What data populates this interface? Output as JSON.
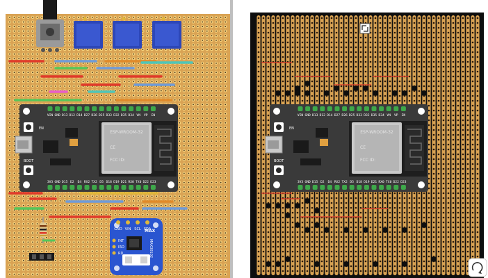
{
  "left_view": {
    "board_top_labels": [
      "VIN",
      "GND",
      "D13",
      "D12",
      "D14",
      "D27",
      "D26",
      "D25",
      "D33",
      "D32",
      "D35",
      "D34",
      "VN",
      "VP",
      "EN"
    ],
    "board_bottom_labels": [
      "3V3",
      "GND",
      "D15",
      "D2",
      "D4",
      "RX2",
      "TX2",
      "D5",
      "D18",
      "D19",
      "D21",
      "RX0",
      "TX0",
      "D22",
      "D23"
    ],
    "button_en": "EN",
    "button_boot": "BOOT",
    "module_text": [
      "ESP-WROOM-32",
      "CE",
      "FCC ID:"
    ],
    "breakout_title": "MAX",
    "breakout_pins": [
      "GND",
      "VIN",
      "SCL",
      "SDA"
    ],
    "breakout_side": [
      "INT",
      "IRD",
      "RD"
    ],
    "breakout_label": "MAX30102"
  },
  "right_view": {
    "board_top_labels": [
      "VIN",
      "GND",
      "D13",
      "D12",
      "D14",
      "D27",
      "D26",
      "D25",
      "D33",
      "D32",
      "D35",
      "D34",
      "VN",
      "VP",
      "EN"
    ],
    "board_bottom_labels": [
      "3V3",
      "GND",
      "D15",
      "D2",
      "D4",
      "RX2",
      "TX2",
      "D5",
      "D18",
      "D19",
      "D21",
      "RX0",
      "TX0",
      "D22",
      "D23"
    ],
    "button_en": "EN",
    "button_boot": "BOOT",
    "module_text": [
      "ESP-WROOM-32",
      "CE",
      "FCC ID:"
    ]
  },
  "colors": {
    "board": "#d9a354",
    "copper_hole": "#f4d07a",
    "hole_center": "#4a3520",
    "esp_board": "#3a3a3a",
    "wire_red": "#e03a2a",
    "wire_blue": "#6f9bd8",
    "wire_green": "#56c65a",
    "wire_orange": "#e08a2a",
    "wire_teal": "#4fc6b8",
    "wire_pink": "#e85ec8",
    "pot_blue": "#2d47b8",
    "breakout_blue": "#2a55d0",
    "track_black": "#0e0e0e"
  },
  "icons": [
    "expand-icon",
    "rotate-tool-icon"
  ]
}
